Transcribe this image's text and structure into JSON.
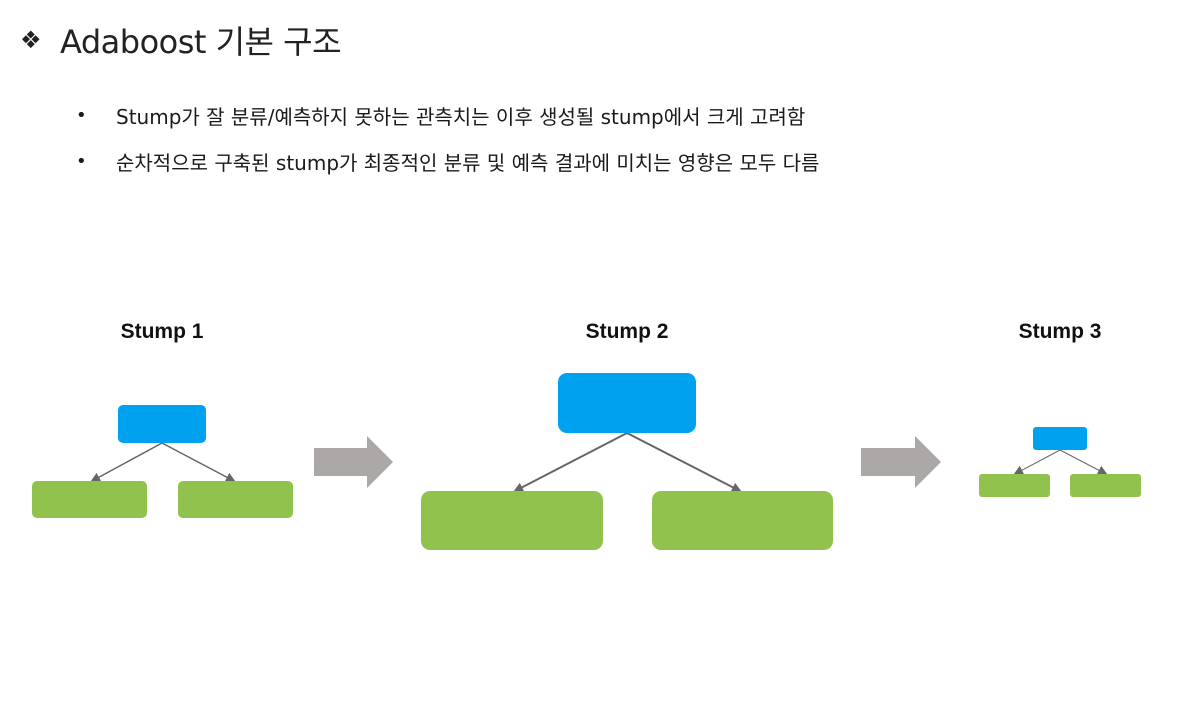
{
  "slide": {
    "title_bullet": "❖",
    "title": "Adaboost 기본 구조",
    "bullet_symbol": "•",
    "bullets": [
      "Stump가 잘 분류/예측하지 못하는 관측치는 이후 생성될 stump에서 크게 고려함",
      "순차적으로 구축된 stump가 최종적인 분류 및 예측 결과에 미치는 영향은 모두 다름"
    ]
  },
  "diagram": {
    "stumps": [
      {
        "label": "Stump 1"
      },
      {
        "label": "Stump 2"
      },
      {
        "label": "Stump 3"
      }
    ],
    "colors": {
      "root_node": "#00a2f0",
      "leaf_node": "#92c24e",
      "edge": "#666666",
      "arrow": "#aca8a8"
    }
  }
}
